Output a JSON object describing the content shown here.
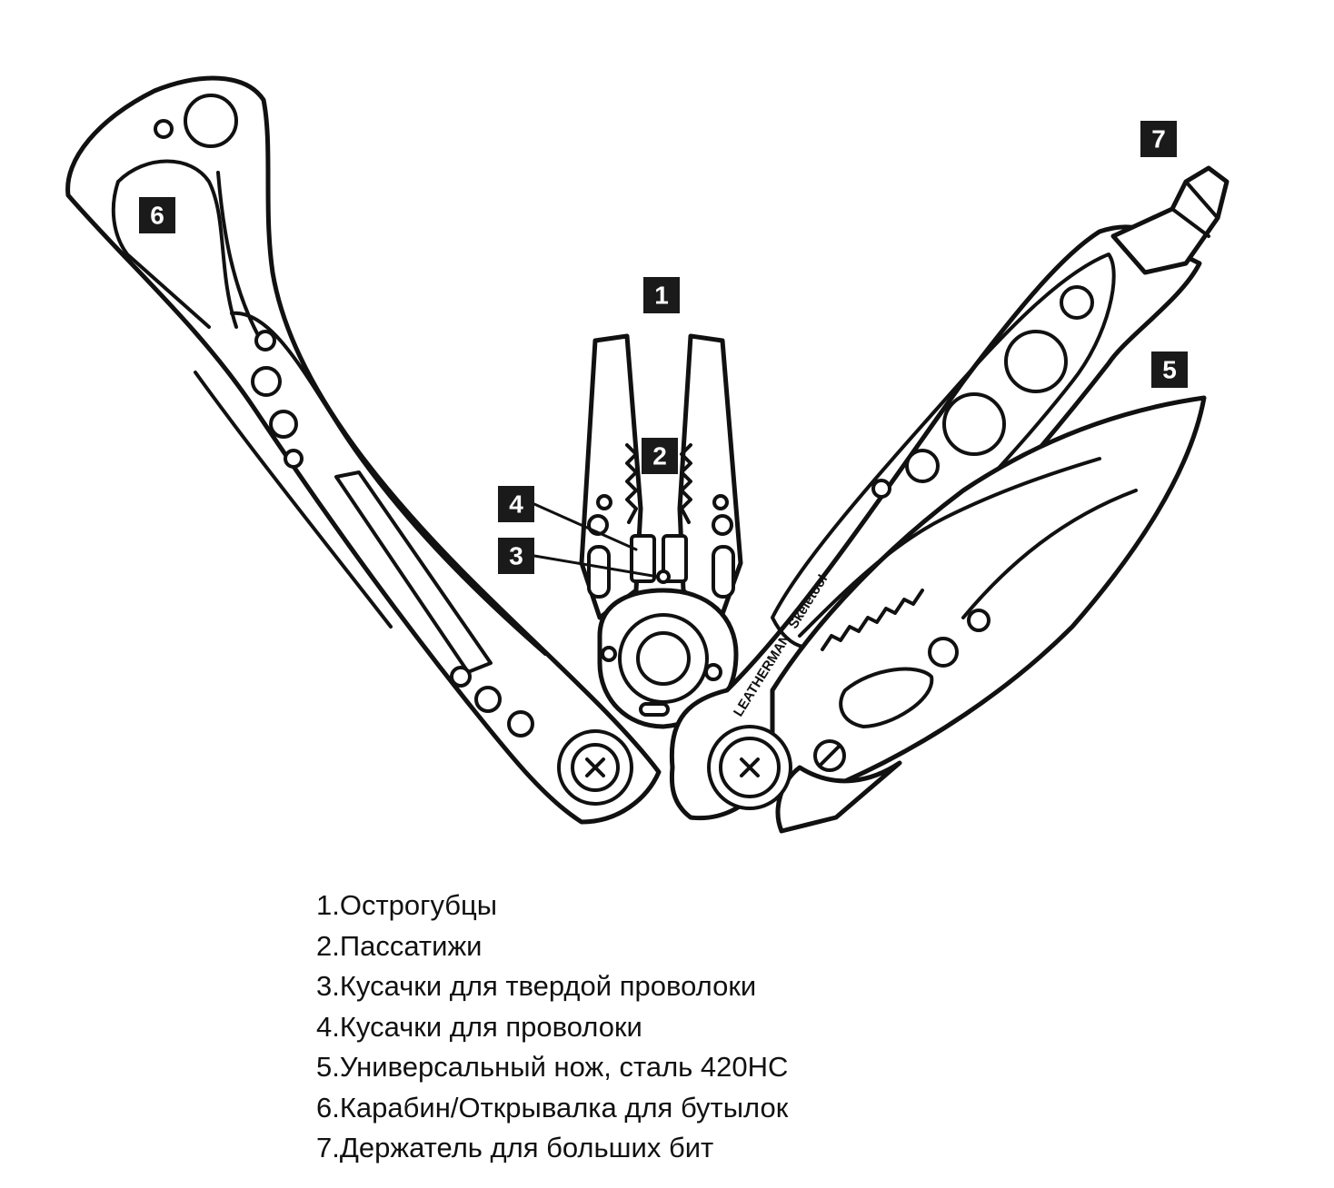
{
  "callouts": [
    {
      "number": "1"
    },
    {
      "number": "2"
    },
    {
      "number": "3"
    },
    {
      "number": "4"
    },
    {
      "number": "5"
    },
    {
      "number": "6"
    },
    {
      "number": "7"
    }
  ],
  "brand": {
    "name": "LEATHERMAN",
    "model": "Skeletool"
  },
  "legend": [
    "1.Острогубцы",
    "2.Пассатижи",
    "3.Кусачки для твердой проволоки",
    "4.Кусачки для проволоки",
    "5.Универсальный нож, сталь 420HC",
    "6.Карабин/Открывалка для бутылок",
    "7.Держатель для больших бит"
  ]
}
